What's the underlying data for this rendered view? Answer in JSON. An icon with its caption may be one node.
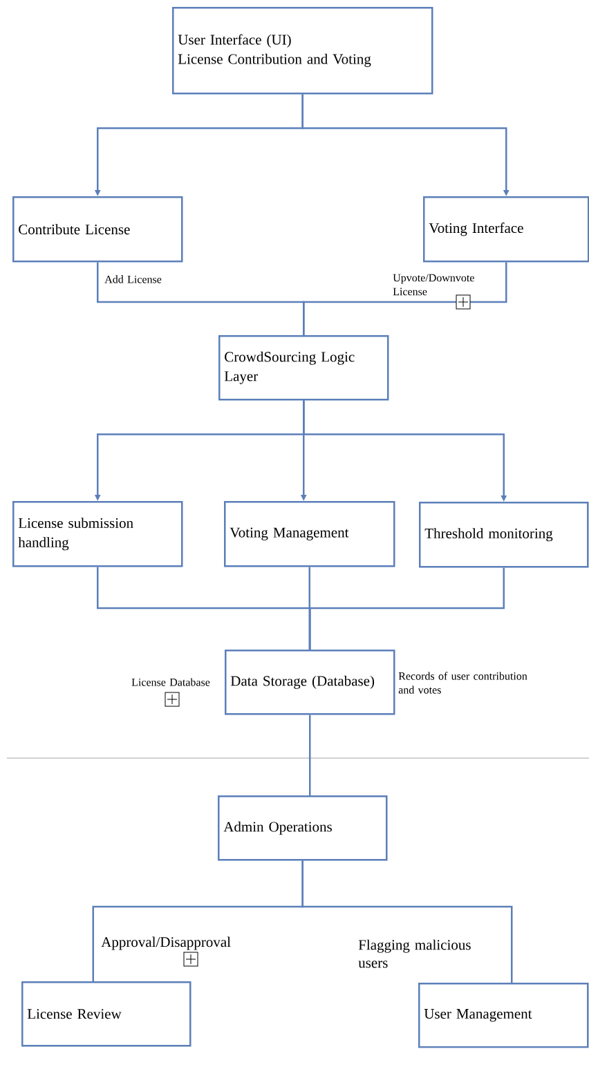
{
  "diagram": {
    "nodes": [
      {
        "text": [
          "User Interface (UI)",
          "License Contribution and Voting"
        ]
      },
      {
        "text": [
          "Contribute License"
        ]
      },
      {
        "text": [
          "Voting Interface"
        ]
      },
      {
        "text": [
          "CrowdSourcing Logic Layer"
        ]
      },
      {
        "text": [
          "License submission handling"
        ]
      },
      {
        "text": [
          "Voting Management"
        ]
      },
      {
        "text": [
          "Threshold monitoring"
        ]
      },
      {
        "text": [
          "Data Storage (Database)"
        ],
        "beside": [
          "License Database",
          "Records of user contribution and votes"
        ]
      },
      {
        "text": [
          "Admin Operations"
        ]
      },
      {
        "text": [
          "License Review"
        ]
      },
      {
        "text": [
          "User Management"
        ]
      }
    ],
    "edges": [
      {
        "from": 0,
        "to": 1,
        "arrow": "to"
      },
      {
        "from": 0,
        "to": 2,
        "arrow": "to"
      },
      {
        "from": 1,
        "to": 3,
        "arrow": "none",
        "label": "Add License"
      },
      {
        "from": 2,
        "to": 3,
        "arrow": "none",
        "label": "Upvote/Downvote License"
      },
      {
        "from": 3,
        "to": 4,
        "arrow": "to"
      },
      {
        "from": 3,
        "to": 5,
        "arrow": "to"
      },
      {
        "from": 3,
        "to": 6,
        "arrow": "to"
      },
      {
        "from": 4,
        "to": 7,
        "arrow": "none"
      },
      {
        "from": 5,
        "to": 7,
        "arrow": "none"
      },
      {
        "from": 6,
        "to": 7,
        "arrow": "none"
      },
      {
        "from": 7,
        "to": 8,
        "arrow": "none"
      },
      {
        "from": 8,
        "to": 9,
        "arrow": "none",
        "label": "Approval/Disapproval"
      },
      {
        "from": 8,
        "to": 10,
        "arrow": "none",
        "label": "Flagging malicious users"
      }
    ]
  }
}
